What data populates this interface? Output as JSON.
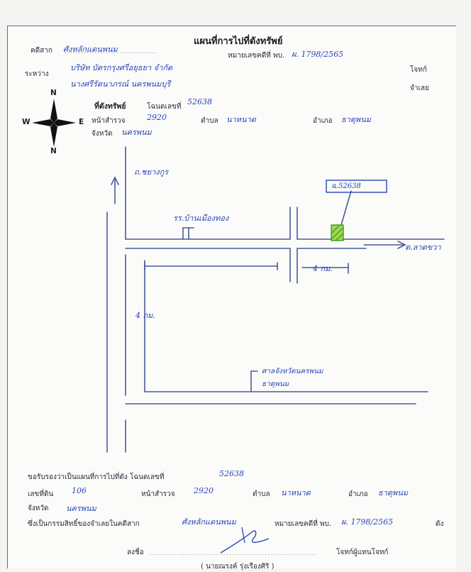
{
  "header": {
    "title": "แผนที่การไปที่ดังทรัพย์",
    "case_type_label": "คดีสาก",
    "case_type_value": "ศังหลักแดนพนม",
    "case_number_label": "หมายเลขคดีที่ พบ.",
    "case_number_value": "ผ. 1798/2565",
    "between_label": "ระหว่าง",
    "party1_value": "บริษัท บัตรกรุงศรีอยุธยา จำกัด",
    "party1_role": "โจทก์",
    "party2_value": "นางศรีรัตนาภรณ์ นครพนมบุรี",
    "party2_role": "จำเลย"
  },
  "property": {
    "heading": "ที่ดังทรัพย์",
    "deed_label": "โฉนดเลขที่",
    "deed_value": "52638",
    "survey_page_label": "หน้าสำรวจ",
    "survey_page_value": "2920",
    "subdistrict_label": "ตำบล",
    "subdistrict_value": "นาหนาด",
    "district_label": "อำเภอ",
    "district_value": "ธาตุพนม",
    "province_label": "จังหวัด",
    "province_value": "นครพนม"
  },
  "compass": {
    "n": "N",
    "s": "N",
    "w": "W",
    "e": "E"
  },
  "map": {
    "road_label": "ถ.ชยางกูร",
    "school_label": "รร.บ้านเมืองทอง",
    "deed_box": "ฉ.52638",
    "arrow_label": "ต.ลาดขวา",
    "dist1": "4 กม.",
    "dist2": "4 กม.",
    "destination": "ศาลจังหวัดนครพนม ธาตุพนม"
  },
  "footer": {
    "cert_line": "ขอรับรองว่าเป็นแผนที่การไปที่ดัง  โฉนดเลขที่",
    "cert_deed": "52638",
    "land_no_label": "เลขที่ดิน",
    "land_no_value": "106",
    "survey_page_label": "หน้าสำรวจ",
    "survey_page_value": "2920",
    "subdistrict_label": "ตำบล",
    "subdistrict_value": "นาหนาด",
    "district_label": "อำเภอ",
    "district_value": "ธาตุพนม",
    "province_label": "จังหวัด",
    "province_value": "นครพนม",
    "owner_line": "ซึ่งเป็นกรรมสิทธิ์ของจำเลยในคดีสาก",
    "owner_court": "ศังหลักแดนพนม",
    "case_label": "หมายเลขคดีที่ พบ.",
    "case_value": "ผ. 1798/2565",
    "trailing": "ดัง",
    "sign_label": "ลงชื่อ",
    "sign_role": "โจทก์ผู้แทนโจทก์",
    "signer": "( นายณรงค์ รุ่งเรืองศิริ )"
  }
}
